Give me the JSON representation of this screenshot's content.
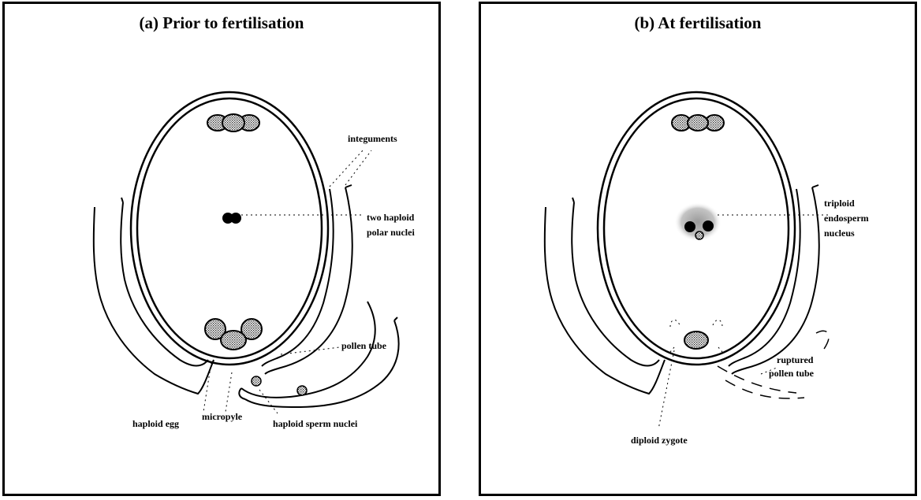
{
  "panel_a": {
    "title": "(a) Prior to fertilisation",
    "labels": {
      "integuments": "integuments",
      "polar_line1": "two haploid",
      "polar_line2": "polar nuclei",
      "pollen_tube": "pollen tube",
      "haploid_egg": "haploid egg",
      "micropyle": "micropyle",
      "sperm_nuclei": "haploid sperm nuclei"
    }
  },
  "panel_b": {
    "title": "(b) At fertilisation",
    "labels": {
      "triploid_line1": "triploid",
      "triploid_line2": "endosperm",
      "triploid_line3": "nucleus",
      "ruptured_line1": "ruptured",
      "ruptured_line2": "pollen tube",
      "diploid_zygote": "diploid zygote"
    }
  },
  "colors": {
    "stroke": "#000000",
    "stipple": "#b0b0b0",
    "background": "#ffffff"
  }
}
